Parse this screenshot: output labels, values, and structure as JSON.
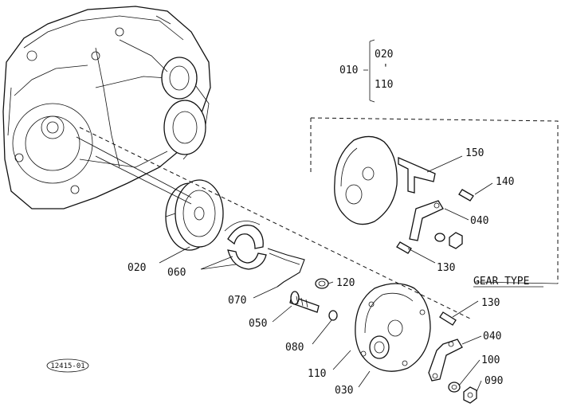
{
  "labels": [
    {
      "id": "010",
      "text": "010"
    },
    {
      "id": "020_top",
      "text": "020"
    },
    {
      "id": "sep",
      "text": "'"
    },
    {
      "id": "110_top",
      "text": "110"
    },
    {
      "id": "150",
      "text": "150"
    },
    {
      "id": "140",
      "text": "140"
    },
    {
      "id": "040_a",
      "text": "040"
    },
    {
      "id": "130_a",
      "text": "130"
    },
    {
      "id": "gear",
      "text": "GEAR TYPE"
    },
    {
      "id": "020",
      "text": "020"
    },
    {
      "id": "060",
      "text": "060"
    },
    {
      "id": "120",
      "text": "120"
    },
    {
      "id": "070",
      "text": "070"
    },
    {
      "id": "050",
      "text": "050"
    },
    {
      "id": "080",
      "text": "080"
    },
    {
      "id": "130_b",
      "text": "130"
    },
    {
      "id": "040_b",
      "text": "040"
    },
    {
      "id": "110",
      "text": "110"
    },
    {
      "id": "100",
      "text": "100"
    },
    {
      "id": "030",
      "text": "030"
    },
    {
      "id": "090",
      "text": "090"
    }
  ],
  "figure_code": "12415-01"
}
